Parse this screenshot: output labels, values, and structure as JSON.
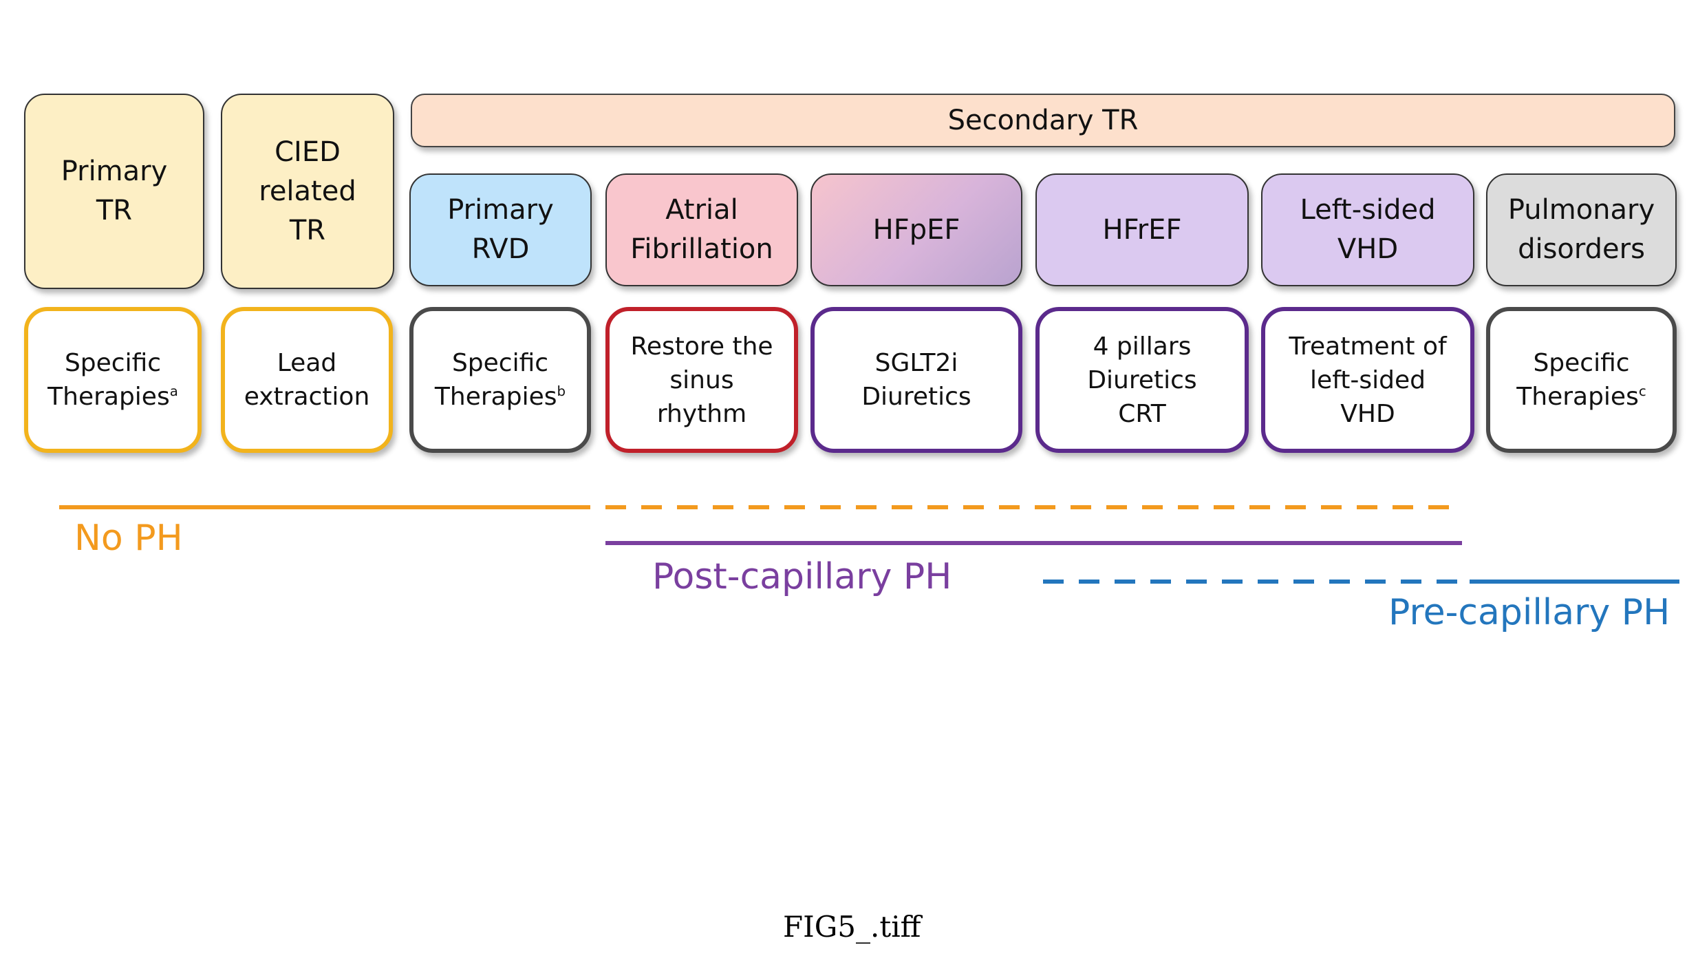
{
  "banner": {
    "label": "Secondary TR"
  },
  "causes": [
    {
      "lines": [
        "Primary",
        "TR"
      ]
    },
    {
      "lines": [
        "CIED",
        "related",
        "TR"
      ]
    },
    {
      "lines": [
        "Primary",
        "RVD"
      ]
    },
    {
      "lines": [
        "Atrial",
        "Fibrillation"
      ]
    },
    {
      "lines": [
        "HFpEF"
      ]
    },
    {
      "lines": [
        "HFrEF"
      ]
    },
    {
      "lines": [
        "Left-sided",
        "VHD"
      ]
    },
    {
      "lines": [
        "Pulmonary",
        "disorders"
      ]
    }
  ],
  "therapies": [
    {
      "lines": [
        "Specific",
        "Therapies"
      ],
      "sup": "a"
    },
    {
      "lines": [
        "Lead",
        "extraction"
      ]
    },
    {
      "lines": [
        "Specific",
        "Therapies"
      ],
      "sup": "b"
    },
    {
      "lines": [
        "Restore the",
        "sinus",
        "rhythm"
      ]
    },
    {
      "lines": [
        "SGLT2i",
        "Diuretics"
      ]
    },
    {
      "lines": [
        "4 pillars",
        "Diuretics",
        "CRT"
      ]
    },
    {
      "lines": [
        "Treatment of",
        "left-sided",
        "VHD"
      ]
    },
    {
      "lines": [
        "Specific",
        "Therapies"
      ],
      "sup": "c"
    }
  ],
  "ph_labels": {
    "no_ph": "No PH",
    "post_capillary": "Post-capillary PH",
    "pre_capillary": "Pre-capillary PH"
  },
  "caption": "FIG5_.tiff",
  "colors": {
    "orange": "#f39a1e",
    "purple": "#7a3f9f",
    "blue": "#2376bd",
    "red": "#c0202a",
    "gray": "#444444"
  }
}
